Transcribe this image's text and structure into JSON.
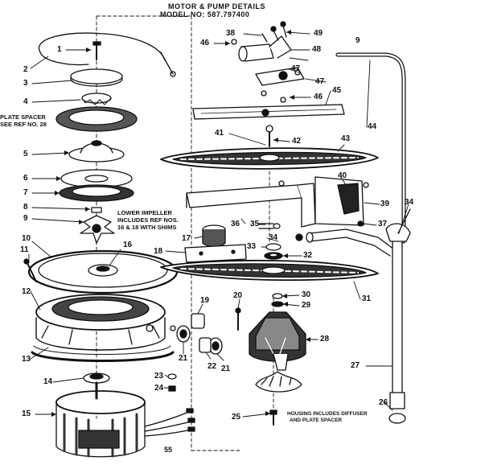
{
  "title_line1": "MOTOR & PUMP DETAILS",
  "title_line2": "MODEL NO: 587.797400",
  "notes": {
    "plate_spacer_1": "PLATE SPACER",
    "plate_spacer_2": "SEE REF NO. 28",
    "impeller_1": "LOWER IMPELLER",
    "impeller_2": "INCLUDES REF NOS.",
    "impeller_3": "16 & 18 WITH SHIMS",
    "housing_1": "HOUSING INCLUDES DIFFUSER",
    "housing_2": "AND PLATE SPACER"
  },
  "page_number": "55",
  "parts": [
    "1",
    "2",
    "3",
    "4",
    "5",
    "6",
    "7",
    "8",
    "9",
    "10",
    "11",
    "12",
    "13",
    "14",
    "15",
    "16",
    "17",
    "18",
    "19",
    "20",
    "21",
    "22",
    "23",
    "24",
    "25",
    "26",
    "27",
    "28",
    "29",
    "30",
    "31",
    "32",
    "33",
    "34",
    "35",
    "36",
    "37",
    "38",
    "39",
    "40",
    "41",
    "42",
    "43",
    "44",
    "45",
    "46",
    "47",
    "48",
    "49"
  ],
  "callouts": [
    {
      "id": "1",
      "text": "1"
    },
    {
      "id": "2",
      "text": "2"
    },
    {
      "id": "3",
      "text": "3"
    },
    {
      "id": "4",
      "text": "4"
    },
    {
      "id": "5",
      "text": "5"
    },
    {
      "id": "6",
      "text": "6"
    },
    {
      "id": "7",
      "text": "7"
    },
    {
      "id": "8",
      "text": "8"
    },
    {
      "id": "9a",
      "text": "9"
    },
    {
      "id": "9b",
      "text": "9"
    },
    {
      "id": "10",
      "text": "10"
    },
    {
      "id": "11",
      "text": "11"
    },
    {
      "id": "12",
      "text": "12"
    },
    {
      "id": "13",
      "text": "13"
    },
    {
      "id": "14",
      "text": "14"
    },
    {
      "id": "15",
      "text": "15"
    },
    {
      "id": "16",
      "text": "16"
    },
    {
      "id": "17",
      "text": "17"
    },
    {
      "id": "18",
      "text": "18"
    },
    {
      "id": "19",
      "text": "19"
    },
    {
      "id": "20",
      "text": "20"
    },
    {
      "id": "21a",
      "text": "21"
    },
    {
      "id": "21b",
      "text": "21"
    },
    {
      "id": "22",
      "text": "22"
    },
    {
      "id": "23",
      "text": "23"
    },
    {
      "id": "24",
      "text": "24"
    },
    {
      "id": "25",
      "text": "25"
    },
    {
      "id": "26",
      "text": "26"
    },
    {
      "id": "27",
      "text": "27"
    },
    {
      "id": "28",
      "text": "28"
    },
    {
      "id": "29",
      "text": "29"
    },
    {
      "id": "30",
      "text": "30"
    },
    {
      "id": "31",
      "text": "31"
    },
    {
      "id": "32",
      "text": "32"
    },
    {
      "id": "33",
      "text": "33"
    },
    {
      "id": "34a",
      "text": "34"
    },
    {
      "id": "34b",
      "text": "34"
    },
    {
      "id": "35",
      "text": "35"
    },
    {
      "id": "36",
      "text": "36"
    },
    {
      "id": "37",
      "text": "37"
    },
    {
      "id": "38",
      "text": "38"
    },
    {
      "id": "39",
      "text": "39"
    },
    {
      "id": "40",
      "text": "40"
    },
    {
      "id": "41",
      "text": "41"
    },
    {
      "id": "42",
      "text": "42"
    },
    {
      "id": "43",
      "text": "43"
    },
    {
      "id": "44",
      "text": "44"
    },
    {
      "id": "45",
      "text": "45"
    },
    {
      "id": "46a",
      "text": "46"
    },
    {
      "id": "46b",
      "text": "46"
    },
    {
      "id": "47a",
      "text": "47"
    },
    {
      "id": "47b",
      "text": "47"
    },
    {
      "id": "48",
      "text": "48"
    },
    {
      "id": "49",
      "text": "49"
    }
  ],
  "colors": {
    "ink": "#111111",
    "paper": "#ffffff",
    "shade": "#555555"
  }
}
